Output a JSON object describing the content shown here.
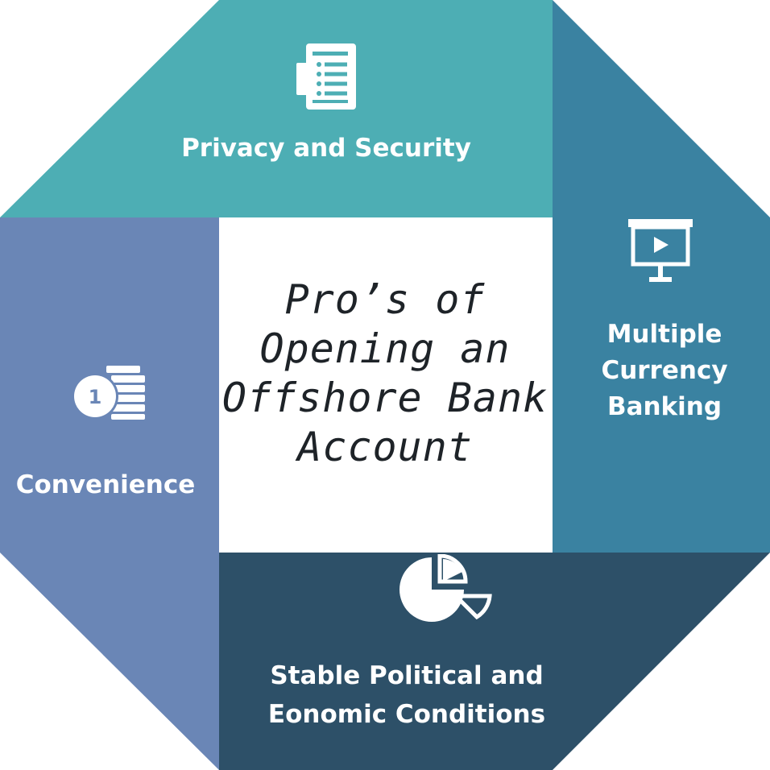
{
  "center": {
    "title_lines": [
      "Pro’s of",
      "Opening an",
      "Offshore Bank",
      "Account"
    ]
  },
  "segments": {
    "top": {
      "lines": [
        "Privacy and Security"
      ],
      "icon": "document-list-icon",
      "color": "#4daeb4"
    },
    "right": {
      "lines": [
        "Multiple",
        "Currency",
        "Banking"
      ],
      "icon": "presentation-board-icon",
      "color": "#3a82a1"
    },
    "bottom": {
      "lines": [
        "Stable Political and",
        "Eonomic Conditions"
      ],
      "icon": "pie-chart-icon",
      "color": "#2d5068"
    },
    "left": {
      "lines": [
        "Convenience"
      ],
      "icon": "coins-stack-icon",
      "color": "#6a86b6"
    }
  },
  "colors": {
    "center_fill": "#ffffff",
    "text_on_segments": "#ffffff",
    "center_text": "#1e2328"
  }
}
